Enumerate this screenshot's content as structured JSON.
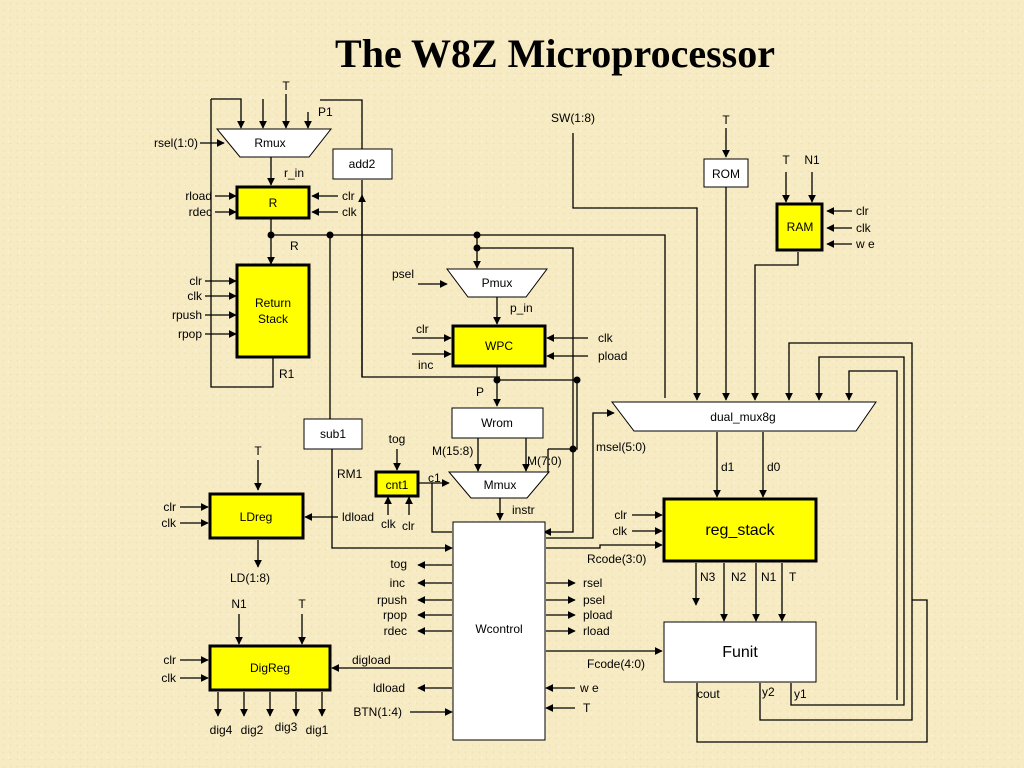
{
  "title": "The W8Z Microprocessor",
  "blocks": {
    "rmux": "Rmux",
    "add2": "add2",
    "r": "R",
    "return_stack_1": "Return",
    "return_stack_2": "Stack",
    "pmux": "Pmux",
    "wpc": "WPC",
    "wrom": "Wrom",
    "mmux": "Mmux",
    "cnt1": "cnt1",
    "sub1": "sub1",
    "rom": "ROM",
    "ram": "RAM",
    "dual_mux8g": "dual_mux8g",
    "reg_stack": "reg_stack",
    "funit": "Funit",
    "ldreg": "LDreg",
    "digreg": "DigReg",
    "wcontrol": "Wcontrol"
  },
  "labels": {
    "t_top": "T",
    "p1": "P1",
    "rsel": "rsel(1:0)",
    "r_in": "r_in",
    "rload": "rload",
    "rdec": "rdec",
    "r_clr": "clr",
    "r_clk": "clk",
    "r_out": "R",
    "rs_clr": "clr",
    "rs_clk": "clk",
    "rpush": "rpush",
    "rpop": "rpop",
    "r1": "R1",
    "sw": "SW(1:8)",
    "t_rom": "T",
    "t_ram": "T",
    "n1_ram": "N1",
    "ram_clr": "clr",
    "ram_clk": "clk",
    "ram_we": "w e",
    "psel": "psel",
    "p_in": "p_in",
    "wpc_clr": "clr",
    "wpc_inc": "inc",
    "wpc_clk": "clk",
    "pload": "pload",
    "p": "P",
    "msel": "msel(5:0)",
    "d1": "d1",
    "d0": "d0",
    "tog": "tog",
    "m158": "M(15:8)",
    "m70": "M(7:0)",
    "c1": "c1",
    "rm1": "RM1",
    "cnt_clk": "clk",
    "cnt_clr": "clr",
    "instr": "instr",
    "t_ld": "T",
    "ld_clr": "clr",
    "ld_clk": "clk",
    "ldload": "ldload",
    "ld": "LD(1:8)",
    "rs2_clr": "clr",
    "rs2_clk": "clk",
    "rcode": "Rcode(3:0)",
    "n3": "N3",
    "n2": "N2",
    "n1": "N1",
    "t_fu": "T",
    "fcode": "Fcode(4:0)",
    "cout": "cout",
    "y2": "y2",
    "y1": "y1",
    "n1_dig": "N1",
    "t_dig": "T",
    "dig_clr": "clr",
    "dig_clk": "clk",
    "digload": "digload",
    "dig4": "dig4",
    "dig2": "dig2",
    "dig3": "dig3",
    "dig1": "dig1",
    "wc_tog": "tog",
    "wc_inc": "inc",
    "wc_rpush": "rpush",
    "wc_rpop": "rpop",
    "wc_rdec": "rdec",
    "wc_rsel": "rsel",
    "wc_psel": "psel",
    "wc_pload": "pload",
    "wc_rload": "rload",
    "wc_ldload": "ldload",
    "wc_btn": "BTN(1:4)",
    "wc_we": "w e",
    "wc_t": "T"
  },
  "colors": {
    "background": "#f7ebc4",
    "register_fill": "#ffff00",
    "box_fill": "#ffffff",
    "line": "#000000"
  }
}
